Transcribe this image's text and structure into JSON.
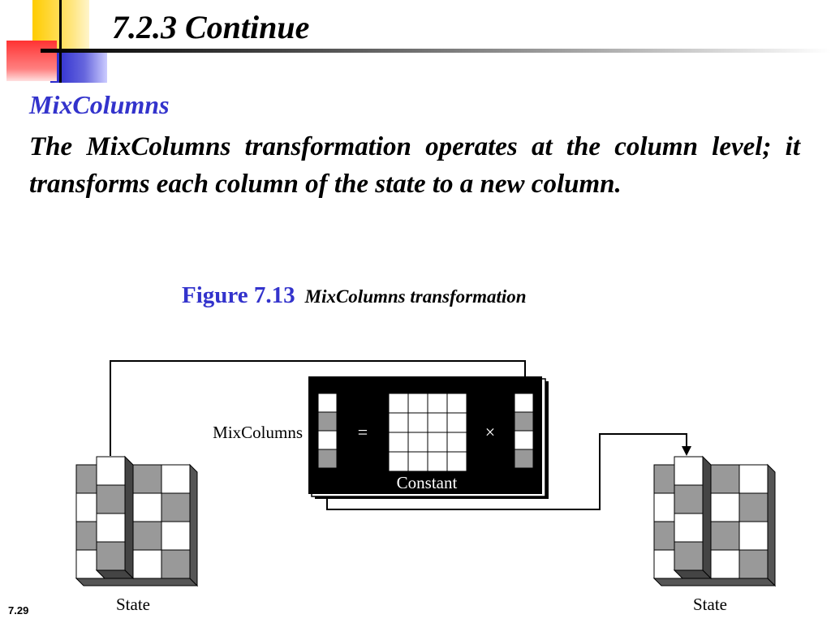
{
  "slide": {
    "title": "7.2.3  Continue",
    "subheading": "MixColumns",
    "body": "The MixColumns transformation operates at the column level; it transforms each column of the state to a new column.",
    "page_number": "7.29"
  },
  "figure": {
    "number": "Figure 7.13",
    "description": "MixColumns transformation"
  },
  "diagram": {
    "operation_label": "MixColumns",
    "equals_symbol": "=",
    "times_symbol": "×",
    "constant_label": "Constant",
    "left_state_label": "State",
    "right_state_label": "State"
  },
  "colors": {
    "accent_blue": "#3333cc",
    "logo_yellow": "#ffcc00",
    "logo_red": "#ff3333",
    "logo_blue": "#3333cc",
    "cell_gray": "#999999",
    "cell_white": "#ffffff"
  }
}
